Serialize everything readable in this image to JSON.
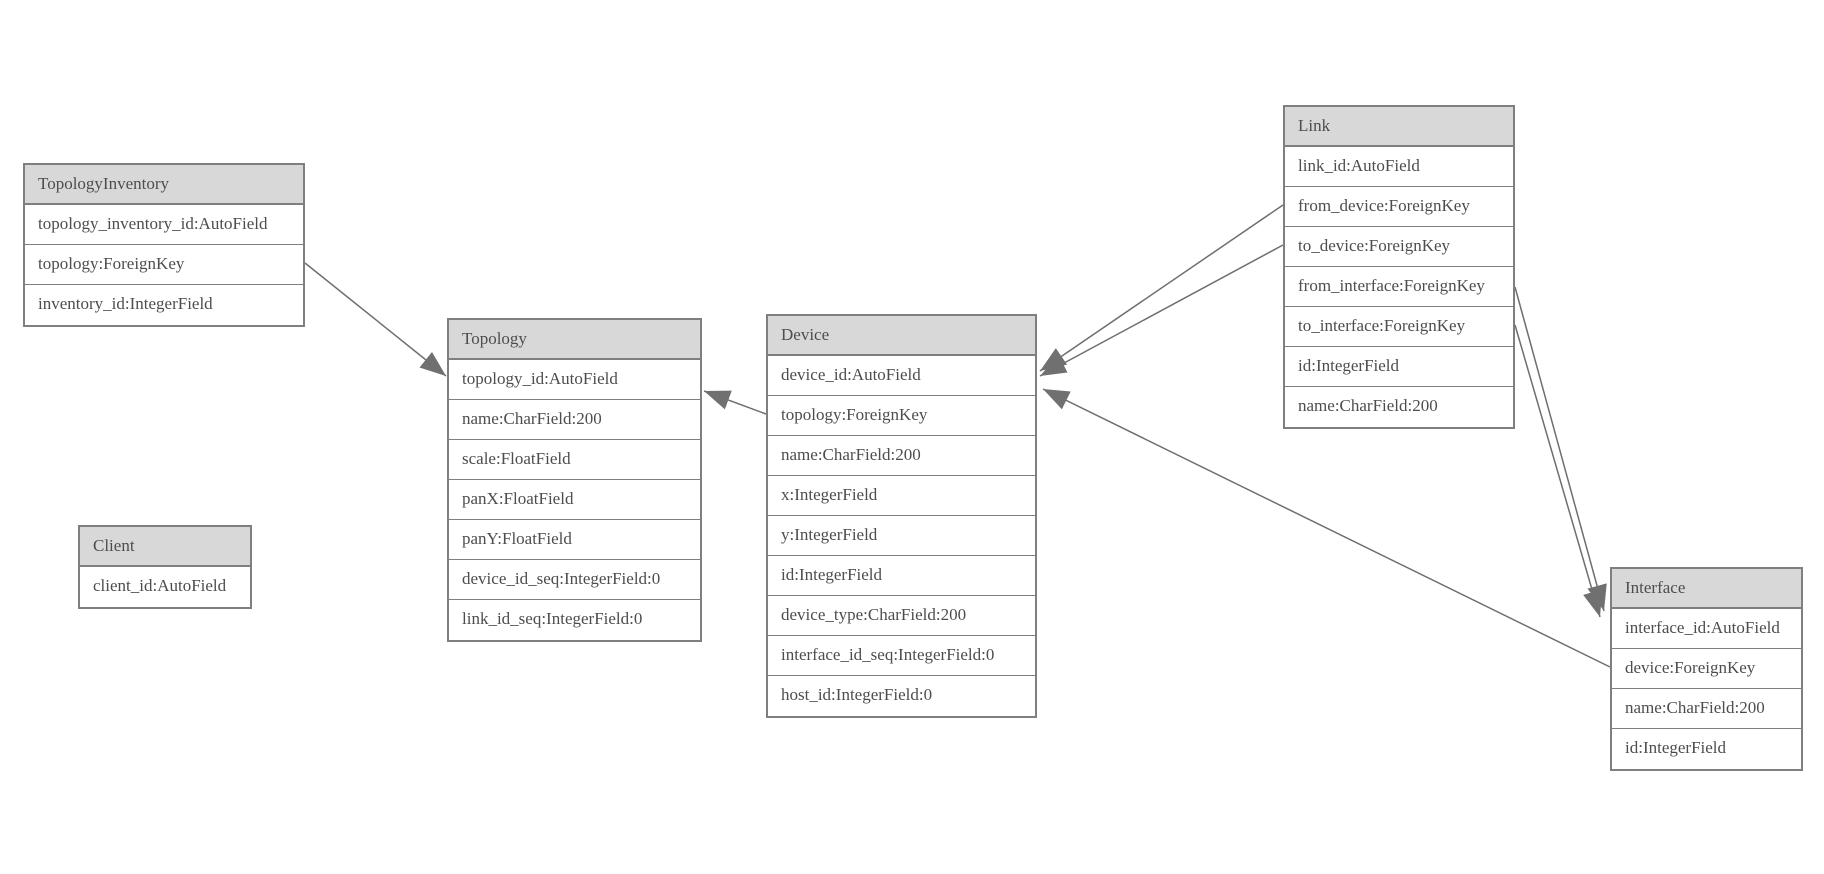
{
  "canvas": {
    "background": "#ffffff"
  },
  "colors": {
    "header_fill": "#d8d8d8",
    "table_border": "#7f7f7f",
    "text": "#4d4d4d",
    "relation_line": "#6e6e6e",
    "arrowhead_fill": "#707070"
  },
  "tables": [
    {
      "name": "TopologyInventory",
      "fields": [
        "topology_inventory_id:AutoField",
        "topology:ForeignKey",
        "inventory_id:IntegerField"
      ]
    },
    {
      "name": "Topology",
      "fields": [
        "topology_id:AutoField",
        "name:CharField:200",
        "scale:FloatField",
        "panX:FloatField",
        "panY:FloatField",
        "device_id_seq:IntegerField:0",
        "link_id_seq:IntegerField:0"
      ]
    },
    {
      "name": "Client",
      "fields": [
        "client_id:AutoField"
      ]
    },
    {
      "name": "Device",
      "fields": [
        "device_id:AutoField",
        "topology:ForeignKey",
        "name:CharField:200",
        "x:IntegerField",
        "y:IntegerField",
        "id:IntegerField",
        "device_type:CharField:200",
        "interface_id_seq:IntegerField:0",
        "host_id:IntegerField:0"
      ]
    },
    {
      "name": "Link",
      "fields": [
        "link_id:AutoField",
        "from_device:ForeignKey",
        "to_device:ForeignKey",
        "from_interface:ForeignKey",
        "to_interface:ForeignKey",
        "id:IntegerField",
        "name:CharField:200"
      ]
    },
    {
      "name": "Interface",
      "fields": [
        "interface_id:AutoField",
        "device:ForeignKey",
        "name:CharField:200",
        "id:IntegerField"
      ]
    }
  ],
  "relations": [
    {
      "from": "TopologyInventory.topology",
      "to": "Topology"
    },
    {
      "from": "Device.topology",
      "to": "Topology"
    },
    {
      "from": "Link.from_device",
      "to": "Device"
    },
    {
      "from": "Link.to_device",
      "to": "Device"
    },
    {
      "from": "Link.from_interface",
      "to": "Interface"
    },
    {
      "from": "Link.to_interface",
      "to": "Interface"
    },
    {
      "from": "Interface.device",
      "to": "Device"
    }
  ]
}
